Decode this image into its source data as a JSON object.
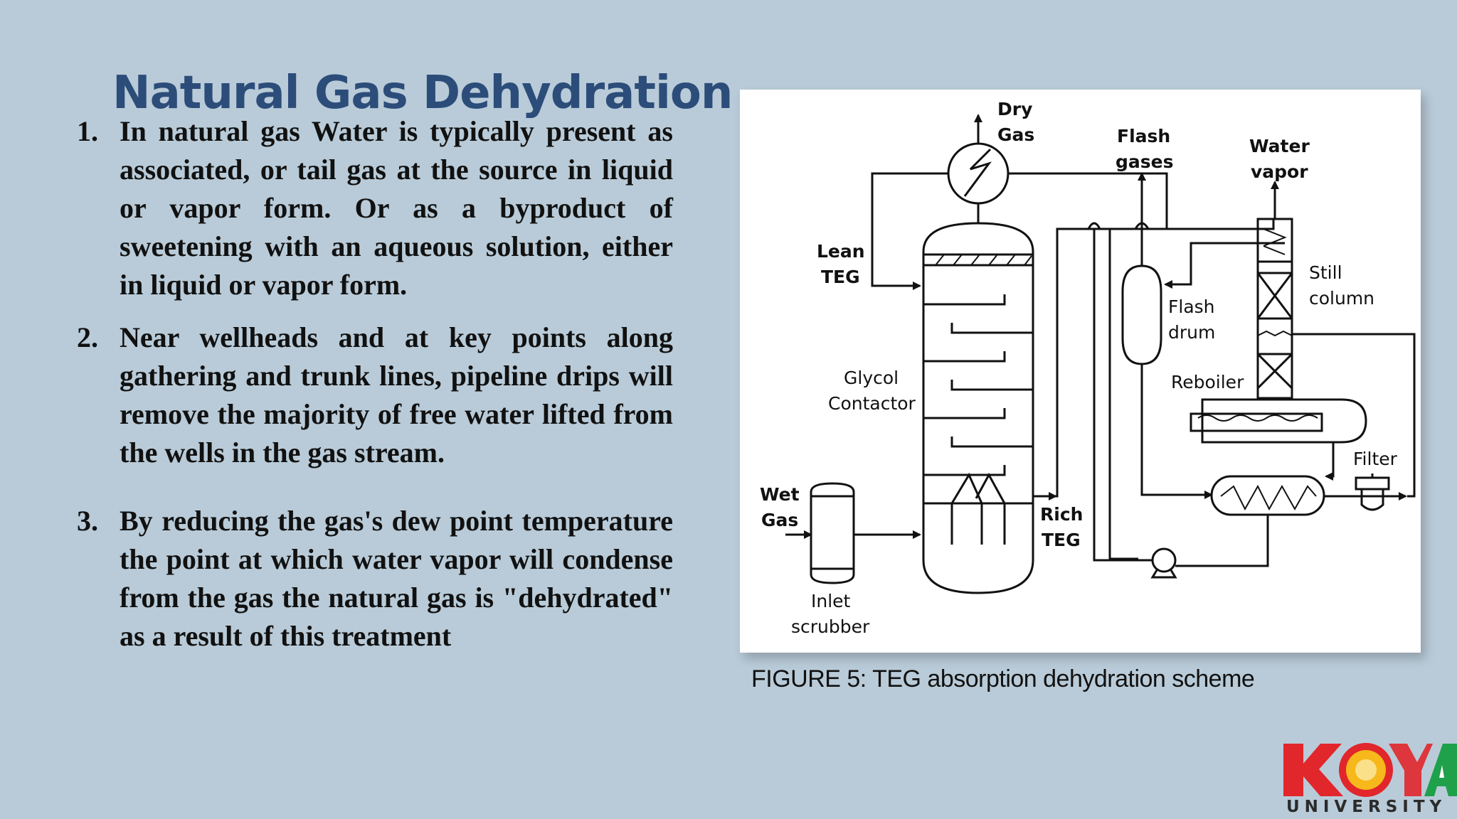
{
  "slide": {
    "title": "Natural Gas Dehydration",
    "points": [
      {
        "number": "1.",
        "text": "In natural gas Water is typically present as associated, or tail gas at the source in liquid or vapor form. Or as a byproduct of sweetening with an aqueous solution, either in liquid or vapor form."
      },
      {
        "number": "2.",
        "text": "Near wellheads and at key points along gathering and trunk lines, pipeline drips will remove the majority of free water lifted from the wells in the gas stream."
      },
      {
        "number": "3.",
        "text": "By reducing the gas's dew point temperature the point at which water vapor will condense from the gas the natural gas is \"dehydrated\" as a result of this treatment"
      }
    ]
  },
  "figure": {
    "caption": "FIGURE 5: TEG absorption dehydration scheme",
    "labels": {
      "dry_gas_1": "Dry",
      "dry_gas_2": "Gas",
      "flash_gases_1": "Flash",
      "flash_gases_2": "gases",
      "water_vapor_1": "Water",
      "water_vapor_2": "vapor",
      "lean_teg_1": "Lean",
      "lean_teg_2": "TEG",
      "still_column_1": "Still",
      "still_column_2": "column",
      "flash_drum_1": "Flash",
      "flash_drum_2": "drum",
      "reboiler": "Reboiler",
      "glycol_contactor_1": "Glycol",
      "glycol_contactor_2": "Contactor",
      "filter": "Filter",
      "wet_gas_1": "Wet",
      "wet_gas_2": "Gas",
      "rich_teg_1": "Rich",
      "rich_teg_2": "TEG",
      "inlet_scrubber_1": "Inlet",
      "inlet_scrubber_2": "scrubber"
    }
  },
  "logo": {
    "letters": "KOYA",
    "word": "UNIVERSITY",
    "colors": {
      "red": "#e1262c",
      "sun": "#f6b81a",
      "green": "#1fa04a"
    }
  }
}
